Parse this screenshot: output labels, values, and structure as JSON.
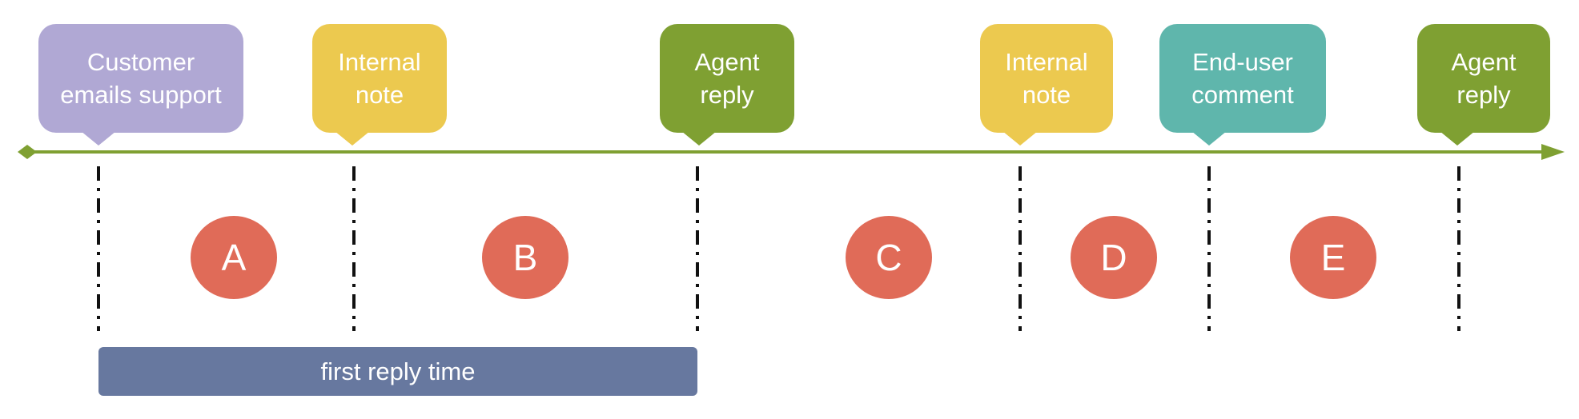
{
  "colors": {
    "axis": "#7fa032",
    "customer": "#b0a8d4",
    "internal_note": "#ecc94f",
    "agent_reply": "#7fa032",
    "end_user": "#5fb6ac",
    "circle": "#e06b58",
    "bar": "#67789f",
    "marker": "#111111"
  },
  "events": [
    {
      "label_line1": "Customer",
      "label_line2": "emails support",
      "color_key": "customer"
    },
    {
      "label_line1": "Internal",
      "label_line2": "note",
      "color_key": "internal_note"
    },
    {
      "label_line1": "Agent",
      "label_line2": "reply",
      "color_key": "agent_reply"
    },
    {
      "label_line1": "Internal",
      "label_line2": "note",
      "color_key": "internal_note"
    },
    {
      "label_line1": "End-user",
      "label_line2": "comment",
      "color_key": "end_user"
    },
    {
      "label_line1": "Agent",
      "label_line2": "reply",
      "color_key": "agent_reply"
    }
  ],
  "intervals": [
    "A",
    "B",
    "C",
    "D",
    "E"
  ],
  "metric": {
    "label": "first reply time"
  }
}
